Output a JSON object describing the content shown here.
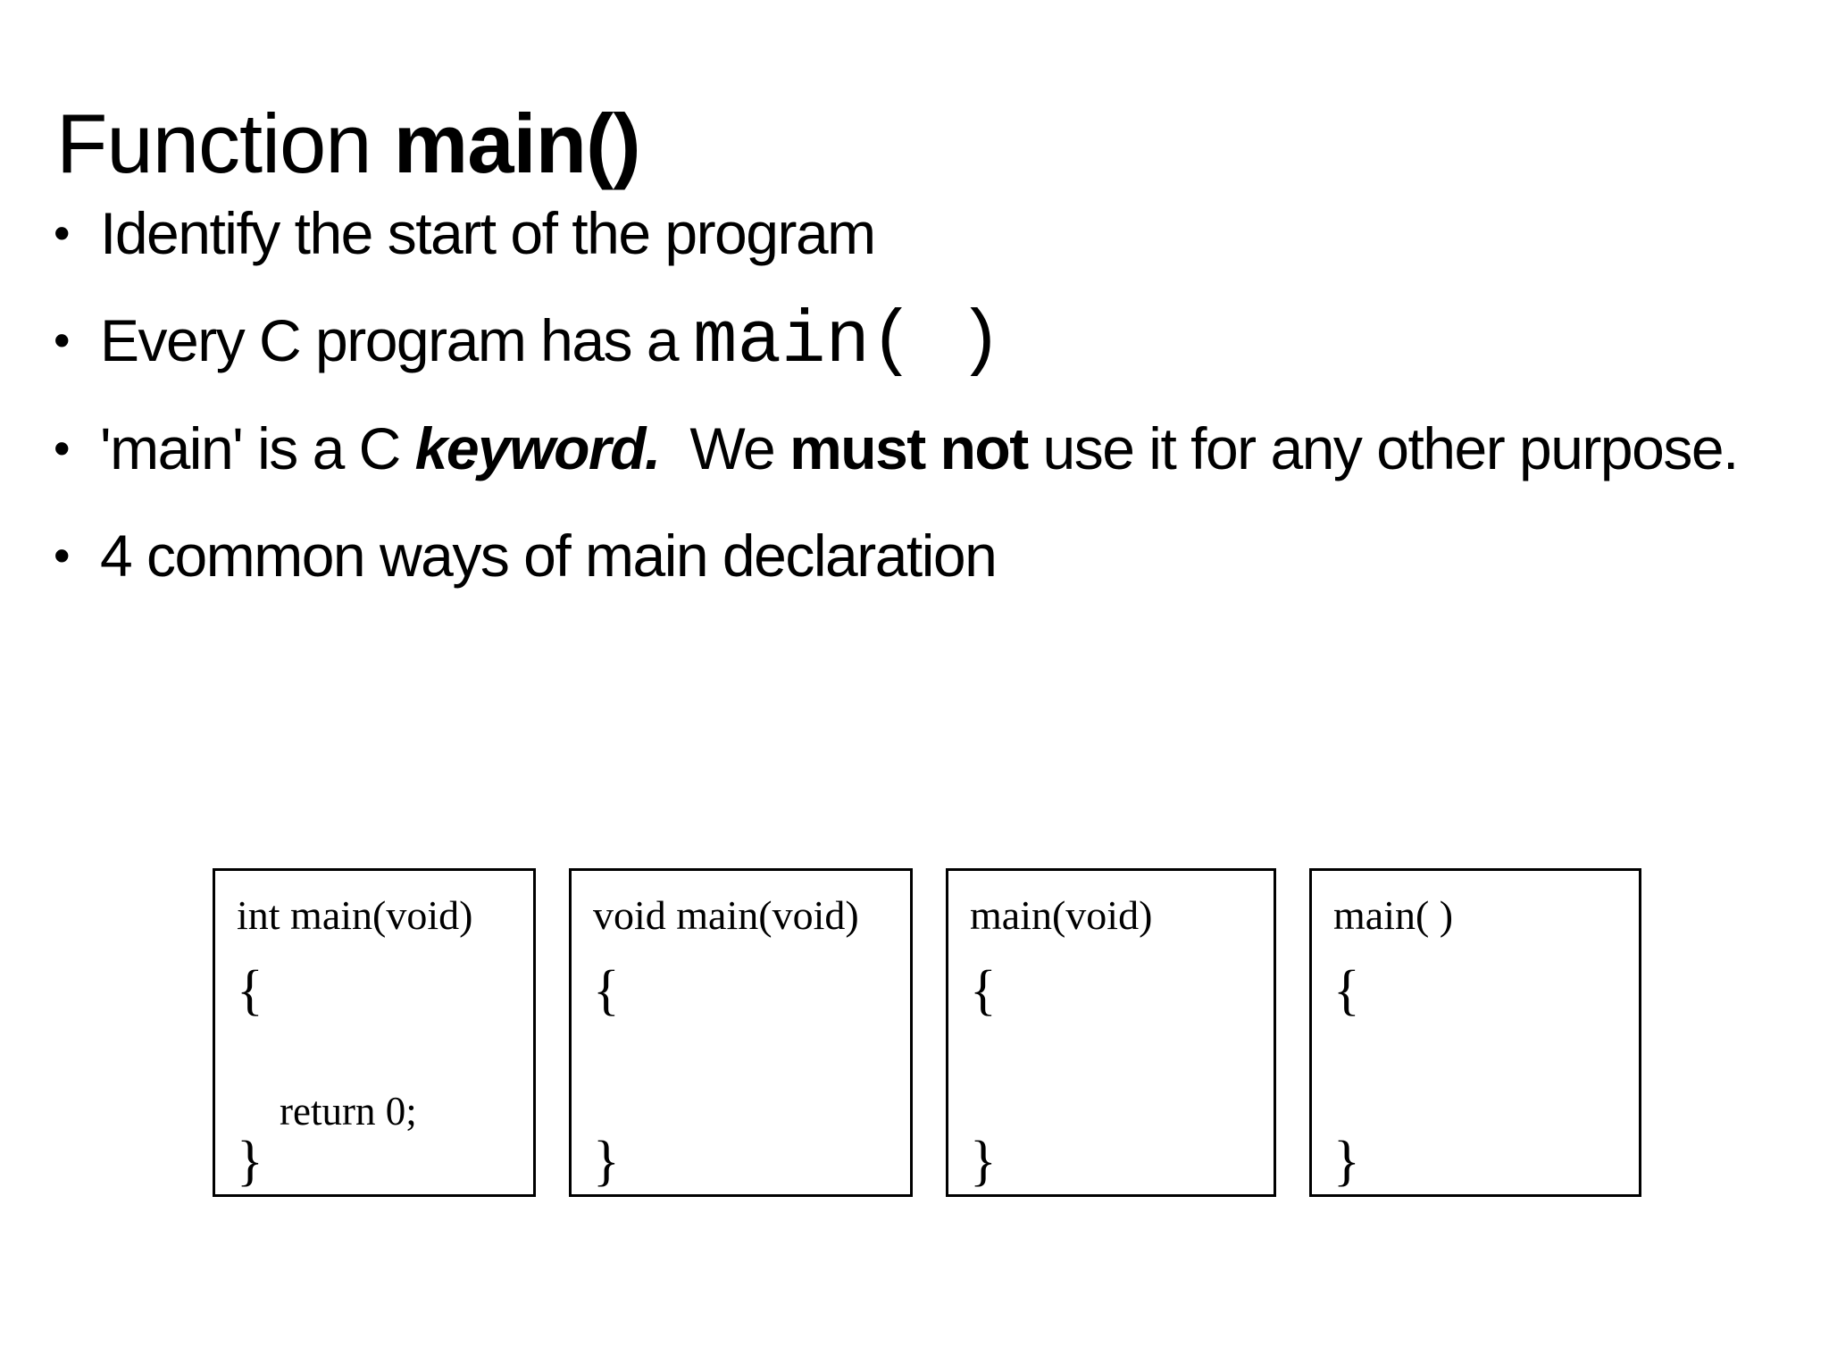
{
  "slide": {
    "background": "#ffffff",
    "text_color": "#000000",
    "bullet_marker": "•",
    "title": {
      "normal": "Function ",
      "bold": "main()"
    },
    "bullets": {
      "b1": {
        "text": "Identify the start of the program"
      },
      "b2": {
        "pre": "Every C program has a ",
        "code": "main( )"
      },
      "b3": {
        "p1": "'main' is a C ",
        "keyword": "keyword.",
        "p2": "  We ",
        "emphasis": "must not",
        "p3": " use it for any other purpose."
      },
      "b4": {
        "text": "4 common ways of main declaration"
      }
    },
    "code_boxes": [
      {
        "declaration": "int main(void)",
        "open_brace": "{",
        "body": "return 0;",
        "close_brace": "}"
      },
      {
        "declaration": "void main(void)",
        "open_brace": "{",
        "body": "",
        "close_brace": "}"
      },
      {
        "declaration": "main(void)",
        "open_brace": "{",
        "body": "",
        "close_brace": "}"
      },
      {
        "declaration": "main( )",
        "open_brace": "{",
        "body": "",
        "close_brace": "}"
      }
    ]
  }
}
